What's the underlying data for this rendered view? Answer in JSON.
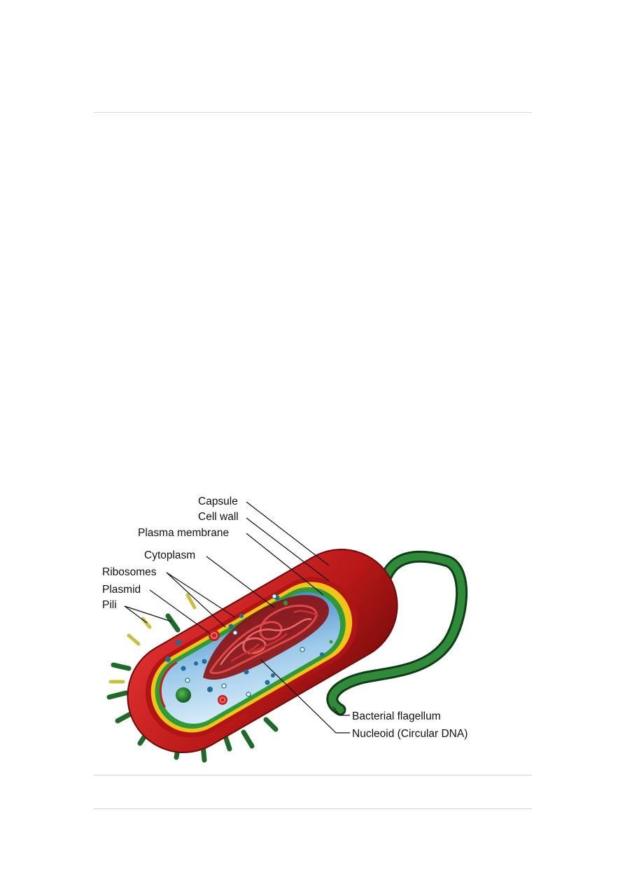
{
  "diagram": {
    "labels": {
      "capsule": "Capsule",
      "cell_wall": "Cell wall",
      "plasma_membrane": "Plasma membrane",
      "cytoplasm": "Cytoplasm",
      "ribosomes": "Ribosomes",
      "plasmid": "Plasmid",
      "pili": "Pili",
      "bacterial_flagellum": "Bacterial flagellum",
      "nucleoid": "Nucleoid (Circular DNA)"
    },
    "colors": {
      "capsule": "#c81e1e",
      "capsule_dark": "#8a1010",
      "cell_wall": "#f3c417",
      "plasma_membrane": "#2f9a3a",
      "cytoplasm": "#7fb8e0",
      "nucleoid": "#a01818",
      "flagellum": "#1f6e2a",
      "pili": "#1e6a2a",
      "rule": "#d6d6d6"
    }
  }
}
